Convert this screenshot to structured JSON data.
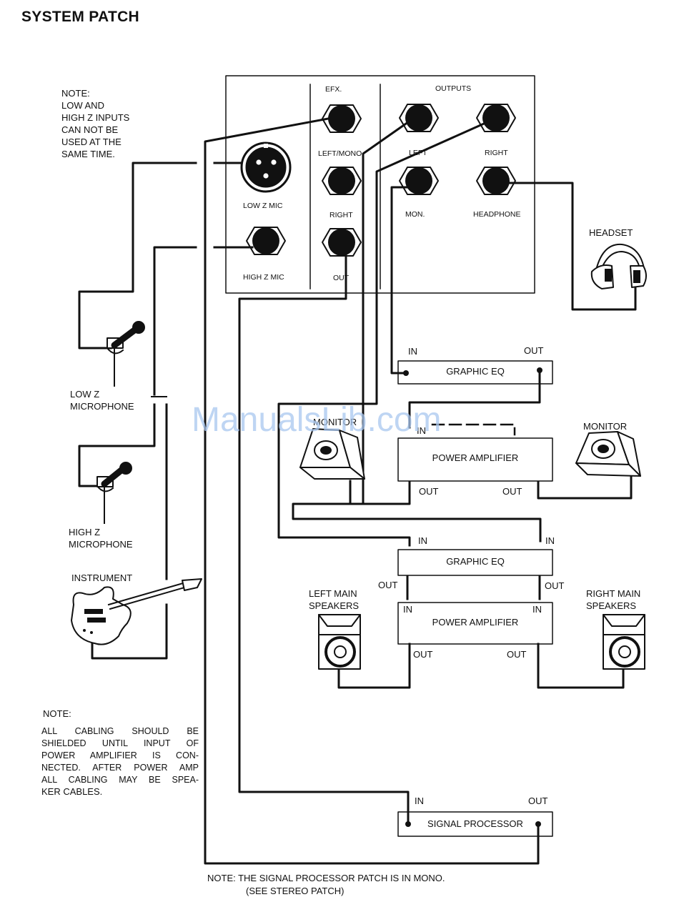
{
  "title": "SYSTEM PATCH",
  "watermark": "ManualsLib.com",
  "notes": {
    "inputs": [
      "NOTE:",
      "LOW AND",
      "HIGH Z INPUTS",
      "CAN NOT BE",
      "USED AT THE",
      "SAME TIME."
    ],
    "cabling_heading": "NOTE:",
    "cabling": [
      "ALL CABLING SHOULD BE",
      "SHIELDED UNTIL INPUT OF",
      "POWER AMPLIFIER IS CON-",
      "NECTED. AFTER POWER AMP",
      "ALL CABLING MAY BE SPEA-",
      "KER CABLES."
    ],
    "bottom": [
      "NOTE: THE SIGNAL PROCESSOR PATCH IS IN MONO.",
      "(SEE STEREO PATCH)"
    ]
  },
  "panel": {
    "efx_header": "EFX.",
    "outputs_header": "OUTPUTS",
    "jacks": {
      "low_z_mic": "LOW Z MIC",
      "high_z_mic": "HIGH Z MIC",
      "efx_left_mono": "LEFT/MONO",
      "efx_right": "RIGHT",
      "efx_out": "OUT",
      "out_left": "LEFT",
      "out_right": "RIGHT",
      "out_mon": "MON.",
      "out_headphone": "HEADPHONE"
    }
  },
  "sources": {
    "low_z": [
      "LOW Z",
      "MICROPHONE"
    ],
    "high_z": [
      "HIGH Z",
      "MICROPHONE"
    ],
    "instrument": "INSTRUMENT"
  },
  "devices": {
    "headset": "HEADSET",
    "graphic_eq": "GRAPHIC EQ",
    "power_amplifier": "POWER AMPLIFIER",
    "signal_processor": "SIGNAL PROCESSOR",
    "monitor_left": "MONITOR",
    "monitor_right": "MONITOR",
    "left_main": [
      "LEFT MAIN",
      "SPEAKERS"
    ],
    "right_main": [
      "RIGHT MAIN",
      "SPEAKERS"
    ]
  },
  "ports": {
    "in": "IN",
    "out": "OUT"
  }
}
